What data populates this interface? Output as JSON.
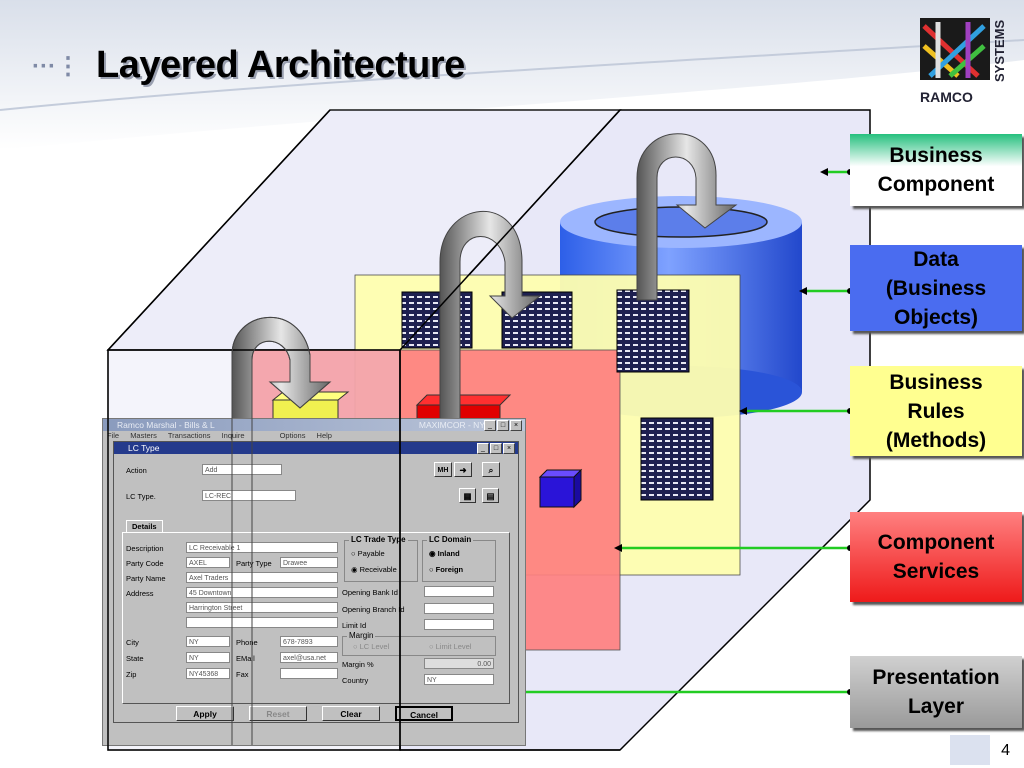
{
  "slide": {
    "title": "Layered Architecture",
    "bullet_glyph": "···⋮",
    "page_number": "4"
  },
  "logo": {
    "text_company": "RAMCO",
    "text_systems": "SYSTEMS"
  },
  "labels": [
    {
      "key": "business_component",
      "lines": [
        "Business",
        "Component"
      ],
      "bg": "#22b07a"
    },
    {
      "key": "data",
      "lines": [
        "Data",
        "(Business",
        "Objects)"
      ],
      "bg": "#4a6cf0"
    },
    {
      "key": "business_rules",
      "lines": [
        "Business",
        "Rules",
        "(Methods)"
      ],
      "bg": "#ffff90"
    },
    {
      "key": "component_services",
      "lines": [
        "Component",
        "Services"
      ],
      "bg": "#ee2a2a"
    },
    {
      "key": "presentation_layer",
      "lines": [
        "Presentation",
        "Layer"
      ],
      "bg": "#a8a8a8"
    }
  ],
  "window": {
    "main_title": "Ramco Marshal - Bills & L",
    "right_title": "MAXIMCOR - NY",
    "menu": [
      "File",
      "Masters",
      "Transactions",
      "Inquire",
      "",
      "Options",
      "Help"
    ],
    "dialog_title": "LC Type",
    "action_label": "Action",
    "action_value": "Add",
    "lc_type_label": "LC Type.",
    "lc_type_value": "LC-REC",
    "tab_details": "Details",
    "fields": {
      "description_label": "Description",
      "description_value": "LC Receivable 1",
      "party_code_label": "Party Code",
      "party_code_value": "AXEL",
      "party_type_label": "Party Type",
      "party_type_value": "Drawee",
      "party_name_label": "Party Name",
      "party_name_value": "Axel Traders",
      "address_label": "Address",
      "address_line1": "45 Downtown",
      "address_line2": "Harrington Street",
      "city_label": "City",
      "city_value": "NY",
      "phone_label": "Phone",
      "phone_value": "678-7893",
      "state_label": "State",
      "state_value": "NY",
      "email_label": "EMail",
      "email_value": "axel@usa.net",
      "zip_label": "Zip",
      "zip_value": "NY45368",
      "fax_label": "Fax",
      "fax_value": ""
    },
    "trade_type": {
      "title": "LC Trade Type",
      "opt1": "Payable",
      "opt2": "Receivable",
      "selected": "Receivable"
    },
    "domain": {
      "title": "LC Domain",
      "opt1": "Inland",
      "opt2": "Foreign",
      "selected": "Inland"
    },
    "right_fields": {
      "opening_bank_label": "Opening Bank Id",
      "opening_branch_label": "Opening Branch Id",
      "limit_label": "Limit Id",
      "margin_title": "Margin",
      "margin_opt1": "LC Level",
      "margin_opt2": "Limit Level",
      "margin_pct_label": "Margin %",
      "margin_pct_value": "0.00",
      "country_label": "Country",
      "country_value": "NY"
    },
    "buttons": {
      "apply": "Apply",
      "reset": "Reset",
      "clear": "Clear",
      "cancel": "Cancel"
    },
    "mh_label": "MH"
  }
}
